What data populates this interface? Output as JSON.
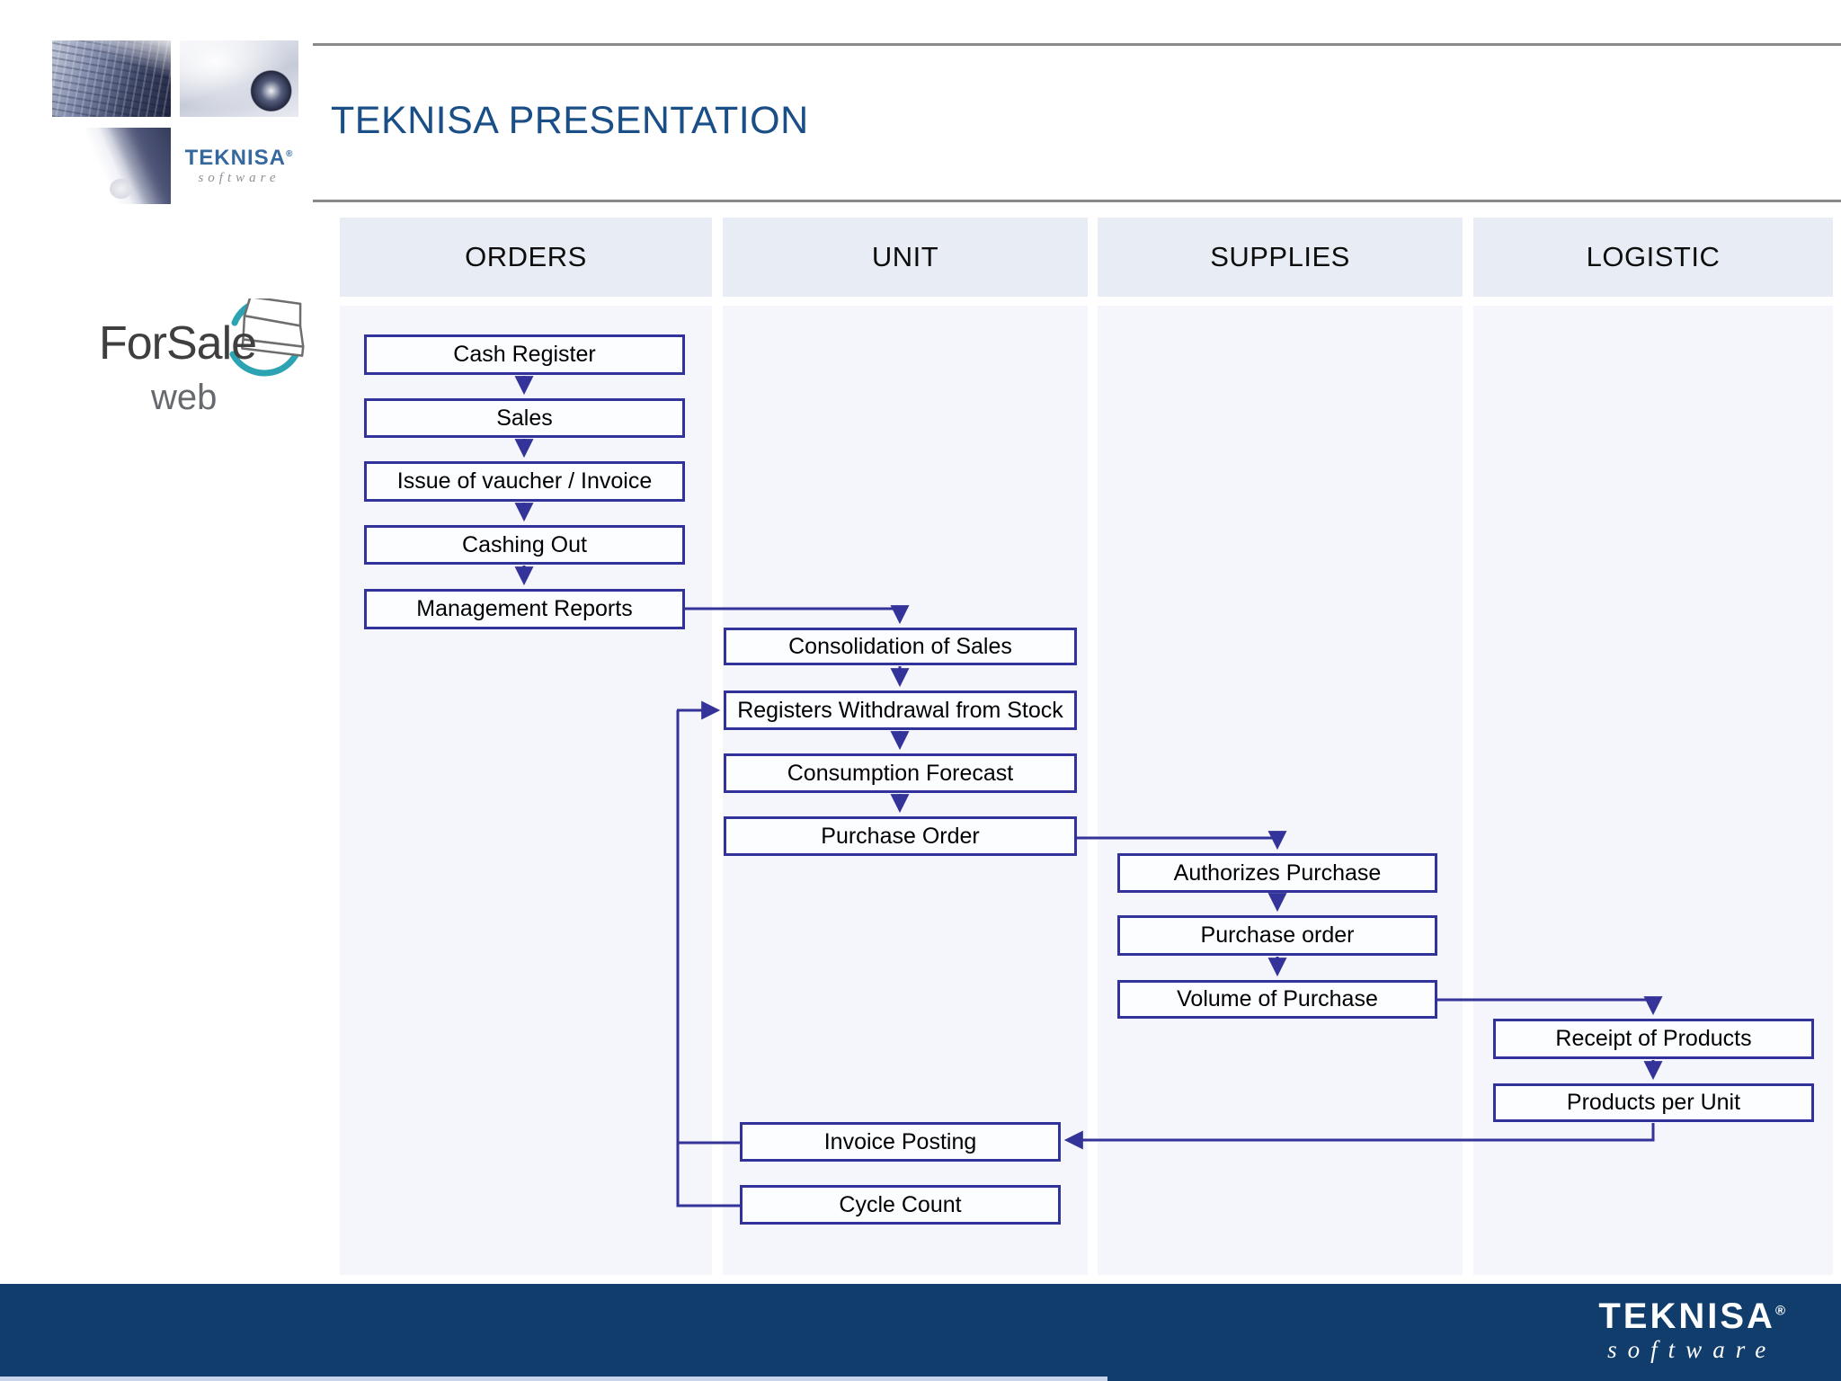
{
  "slide": {
    "title": "TEKNISA PRESENTATION"
  },
  "header_logo": {
    "brand": "TEKNISA",
    "brand_sub": "software",
    "registered_mark": "®",
    "photos": [
      "buildings-photo",
      "globe-photo",
      "handshake-photo"
    ]
  },
  "product_logo": {
    "name": "ForSale",
    "sub": "web"
  },
  "diagram": {
    "columns": [
      {
        "label": "ORDERS"
      },
      {
        "label": "UNIT"
      },
      {
        "label": "SUPPLIES"
      },
      {
        "label": "LOGISTIC"
      }
    ],
    "boxes": [
      {
        "column": "ORDERS",
        "label": "Cash Register"
      },
      {
        "column": "ORDERS",
        "label": "Sales"
      },
      {
        "column": "ORDERS",
        "label": "Issue of vaucher / Invoice"
      },
      {
        "column": "ORDERS",
        "label": "Cashing Out"
      },
      {
        "column": "ORDERS",
        "label": "Management Reports"
      },
      {
        "column": "UNIT",
        "label": "Consolidation of Sales"
      },
      {
        "column": "UNIT",
        "label": "Registers Withdrawal from Stock"
      },
      {
        "column": "UNIT",
        "label": "Consumption Forecast"
      },
      {
        "column": "UNIT",
        "label": "Purchase Order"
      },
      {
        "column": "SUPPLIES",
        "label": "Authorizes Purchase"
      },
      {
        "column": "SUPPLIES",
        "label": "Purchase order"
      },
      {
        "column": "SUPPLIES",
        "label": "Volume of Purchase"
      },
      {
        "column": "LOGISTIC",
        "label": "Receipt of Products"
      },
      {
        "column": "LOGISTIC",
        "label": "Products per Unit"
      },
      {
        "column": "UNIT",
        "label": "Invoice Posting"
      },
      {
        "column": "UNIT",
        "label": "Cycle Count"
      }
    ],
    "flows": [
      [
        "Cash Register",
        "Sales"
      ],
      [
        "Sales",
        "Issue of vaucher / Invoice"
      ],
      [
        "Issue of vaucher / Invoice",
        "Cashing Out"
      ],
      [
        "Cashing Out",
        "Management Reports"
      ],
      [
        "Management Reports",
        "Consolidation of Sales"
      ],
      [
        "Consolidation of Sales",
        "Registers Withdrawal from Stock"
      ],
      [
        "Registers Withdrawal from Stock",
        "Consumption Forecast"
      ],
      [
        "Consumption Forecast",
        "Purchase Order"
      ],
      [
        "Purchase Order",
        "Authorizes Purchase"
      ],
      [
        "Authorizes Purchase",
        "Purchase order"
      ],
      [
        "Purchase order",
        "Volume of Purchase"
      ],
      [
        "Volume of Purchase",
        "Receipt of Products"
      ],
      [
        "Receipt of Products",
        "Products per Unit"
      ],
      [
        "Products per Unit",
        "Invoice Posting"
      ],
      [
        "Invoice Posting",
        "Registers Withdrawal from Stock"
      ],
      [
        "Cycle Count",
        "Registers Withdrawal from Stock"
      ]
    ]
  },
  "footer": {
    "brand": "TEKNISA",
    "brand_sub": "software",
    "registered_mark": "®"
  },
  "colors": {
    "title_text": "#1a4e87",
    "box_border": "#32329b",
    "arrow": "#333399",
    "column_header_bg": "#e8ecf4",
    "column_body_bg": "#f4f6fb",
    "footer_bg": "#113d6c",
    "logo_teal": "#2ba3b3",
    "divider_gray": "#8a8a8a"
  }
}
